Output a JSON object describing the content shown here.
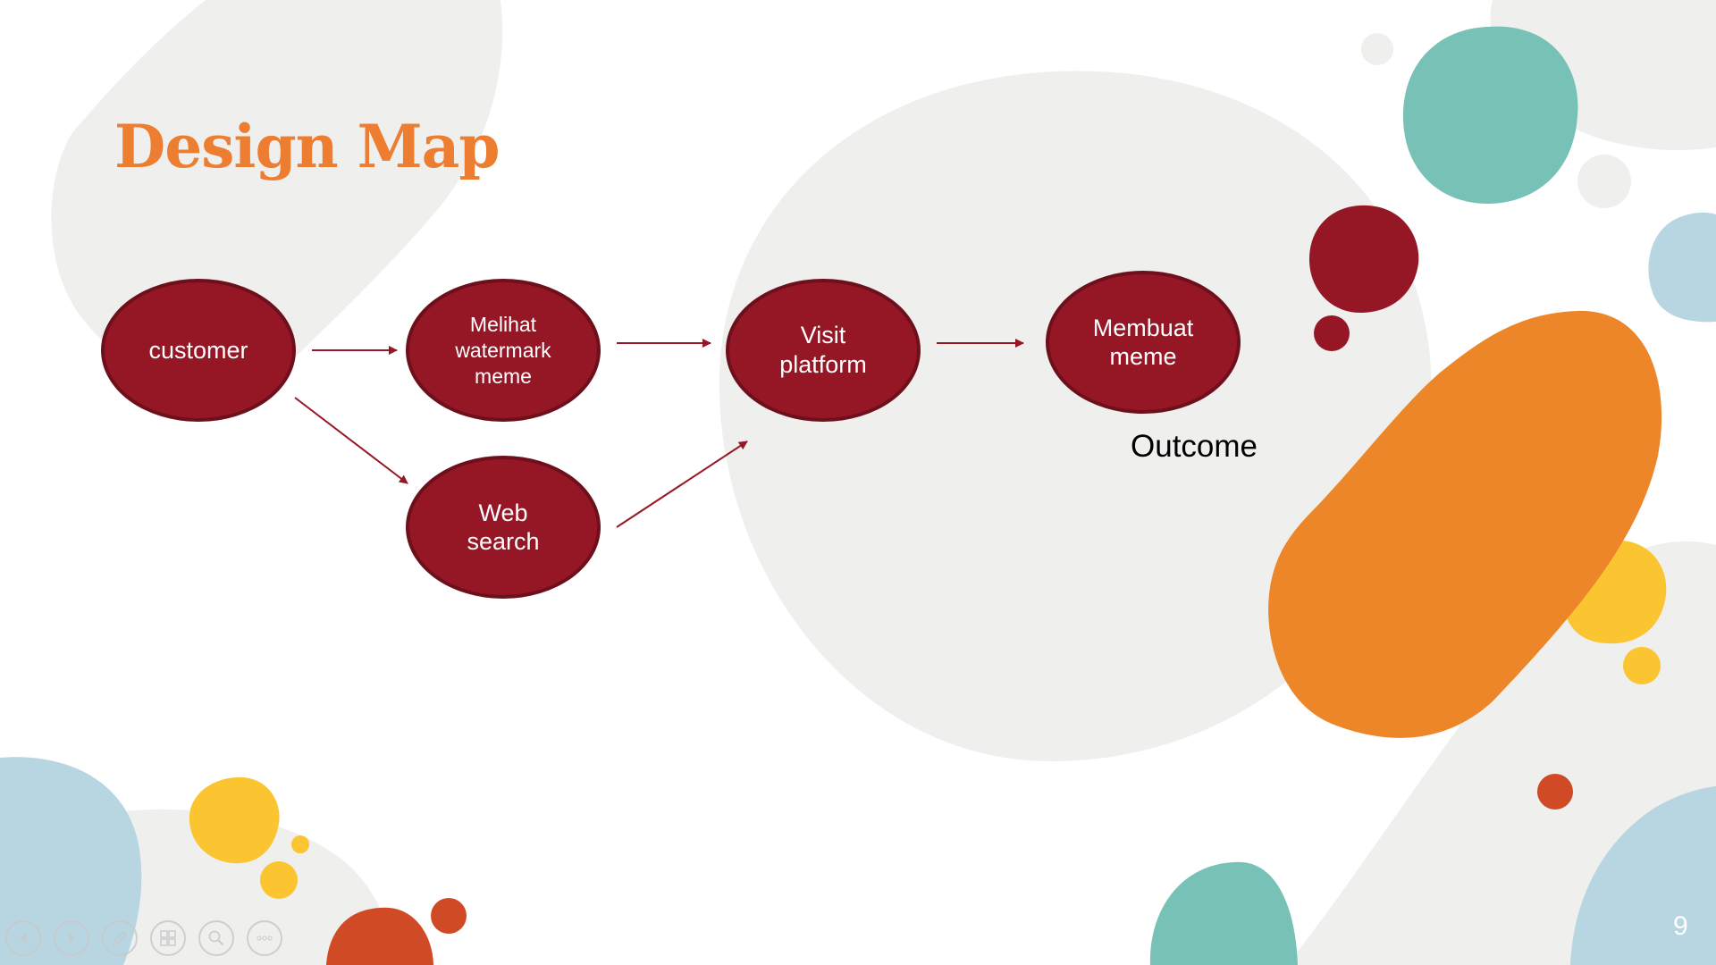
{
  "slide": {
    "title": "Design Map",
    "page_number": "9"
  },
  "diagram": {
    "nodes": [
      {
        "id": "customer",
        "label": "customer"
      },
      {
        "id": "melihat",
        "label": "Melihat\nwatermark\nmeme"
      },
      {
        "id": "web",
        "label": "Web\nsearch"
      },
      {
        "id": "visit",
        "label": "Visit\nplatform"
      },
      {
        "id": "membuat",
        "label": "Membuat\nmeme"
      }
    ],
    "edges": [
      {
        "from": "customer",
        "to": "melihat"
      },
      {
        "from": "customer",
        "to": "web"
      },
      {
        "from": "melihat",
        "to": "visit"
      },
      {
        "from": "web",
        "to": "visit"
      },
      {
        "from": "visit",
        "to": "membuat"
      }
    ],
    "outcome_label": "Outcome"
  },
  "controls": [
    {
      "icon": "previous-icon"
    },
    {
      "icon": "next-icon"
    },
    {
      "icon": "pen-icon"
    },
    {
      "icon": "slides-grid-icon"
    },
    {
      "icon": "zoom-icon"
    },
    {
      "icon": "more-options-icon"
    }
  ],
  "colors": {
    "title": "#ED7D31",
    "node_fill": "#951726",
    "arrow": "#951726",
    "background_blob": "#EFEFED"
  }
}
